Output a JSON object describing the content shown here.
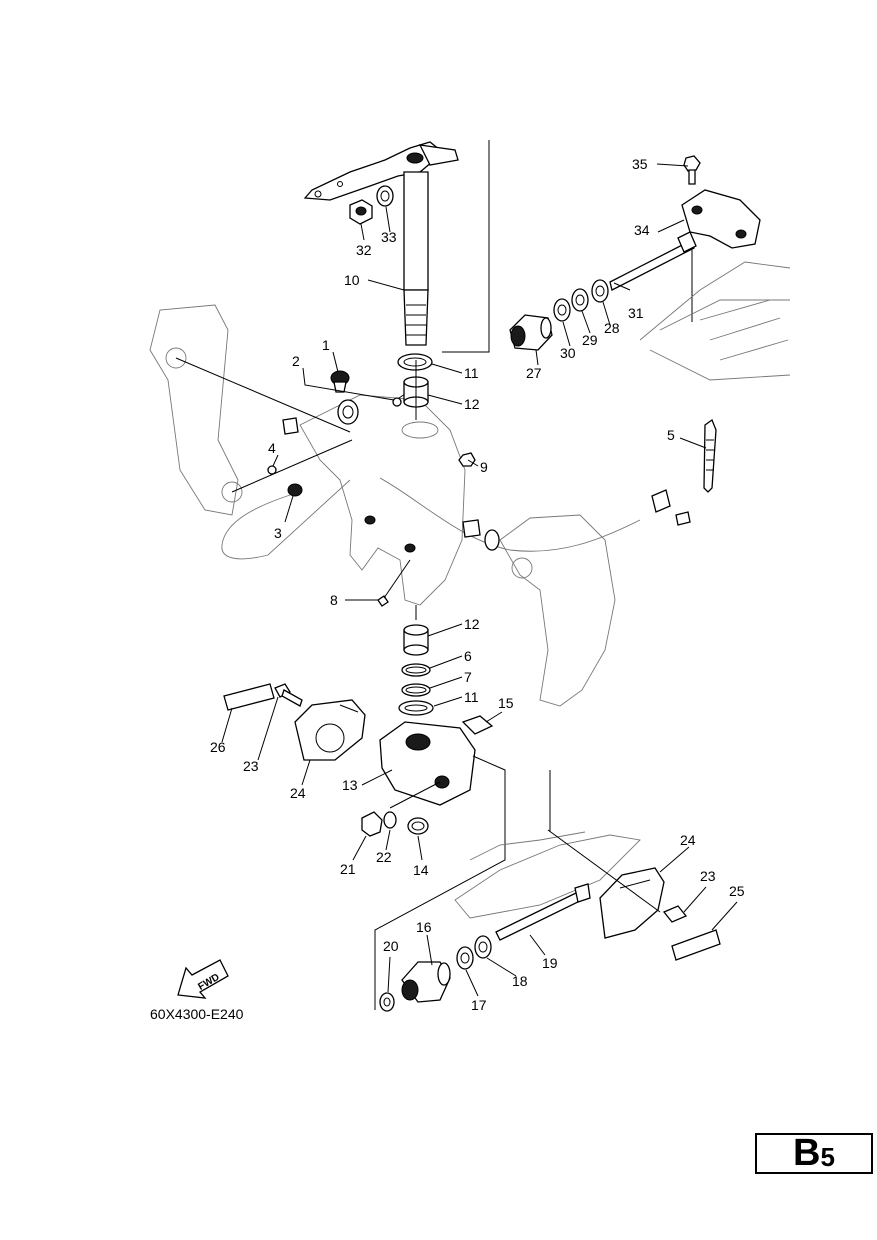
{
  "diagram_code": "60X4300-E240",
  "page_label": {
    "letter": "B",
    "number": "5"
  },
  "fwd_label": "FWD",
  "callouts": [
    "1",
    "2",
    "3",
    "4",
    "5",
    "6",
    "7",
    "8",
    "9",
    "10",
    "11",
    "11",
    "12",
    "12",
    "13",
    "14",
    "15",
    "16",
    "17",
    "18",
    "19",
    "20",
    "21",
    "22",
    "23",
    "23",
    "24",
    "24",
    "25",
    "26",
    "27",
    "28",
    "29",
    "30",
    "31",
    "32",
    "33",
    "34",
    "35"
  ]
}
